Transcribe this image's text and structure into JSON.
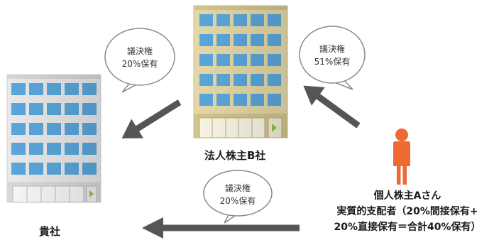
{
  "colors": {
    "glass": "#5aa7dc",
    "glass_grid": "#3d8fc9",
    "office_front": "#e8e8e8",
    "building_b_front": "#e3d7a7",
    "arrow": "#555555",
    "person": "#ef6a33",
    "door_marker": "#8cc63f"
  },
  "nodes": {
    "company_b": {
      "label": "法人株主B社"
    },
    "own_company": {
      "label": "貴社"
    },
    "shareholder_a": {
      "name": "個人株主Aさん",
      "line2": "実質的支配者（20%間接保有+",
      "line3": "20%直接保有＝合計40%保有）"
    }
  },
  "bubbles": {
    "b_to_own": {
      "line1": "議決権",
      "line2": "20%保有"
    },
    "a_to_b": {
      "line1": "議決権",
      "line2": "51%保有"
    },
    "a_to_own": {
      "line1": "議決権",
      "line2": "20%保有"
    }
  },
  "icons": [
    "office-building-icon",
    "office-building-icon",
    "person-icon",
    "arrow-icon",
    "speech-bubble-icon"
  ]
}
